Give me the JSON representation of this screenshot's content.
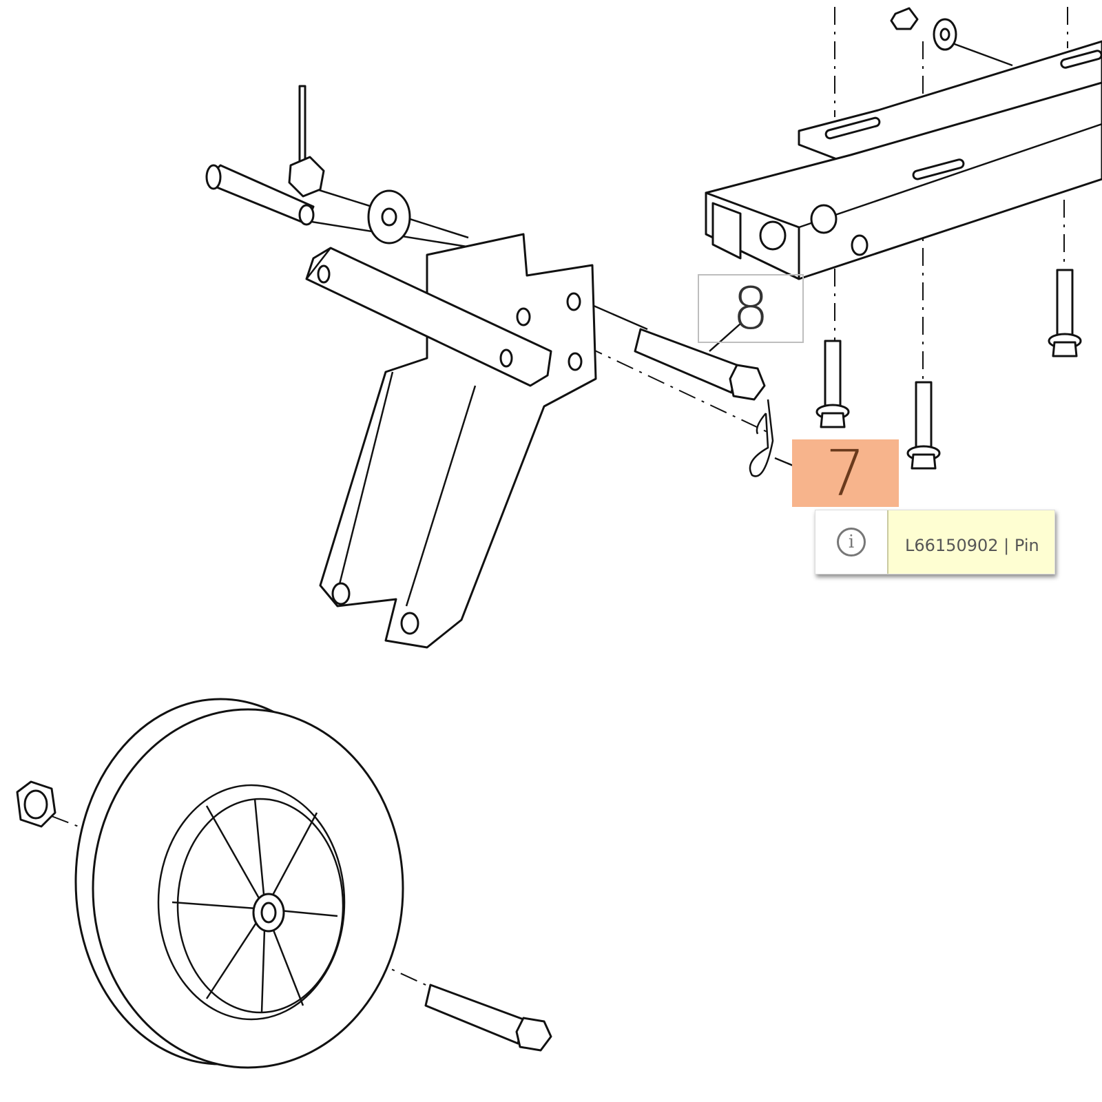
{
  "callouts": [
    {
      "number": "8"
    },
    {
      "number": "7"
    }
  ],
  "tooltip": {
    "icon": "info-icon",
    "icon_glyph": "i",
    "text": "L66150902 | Pin"
  },
  "colors": {
    "highlight": "#f7b48c",
    "tooltip_bg": "#fefed2"
  }
}
